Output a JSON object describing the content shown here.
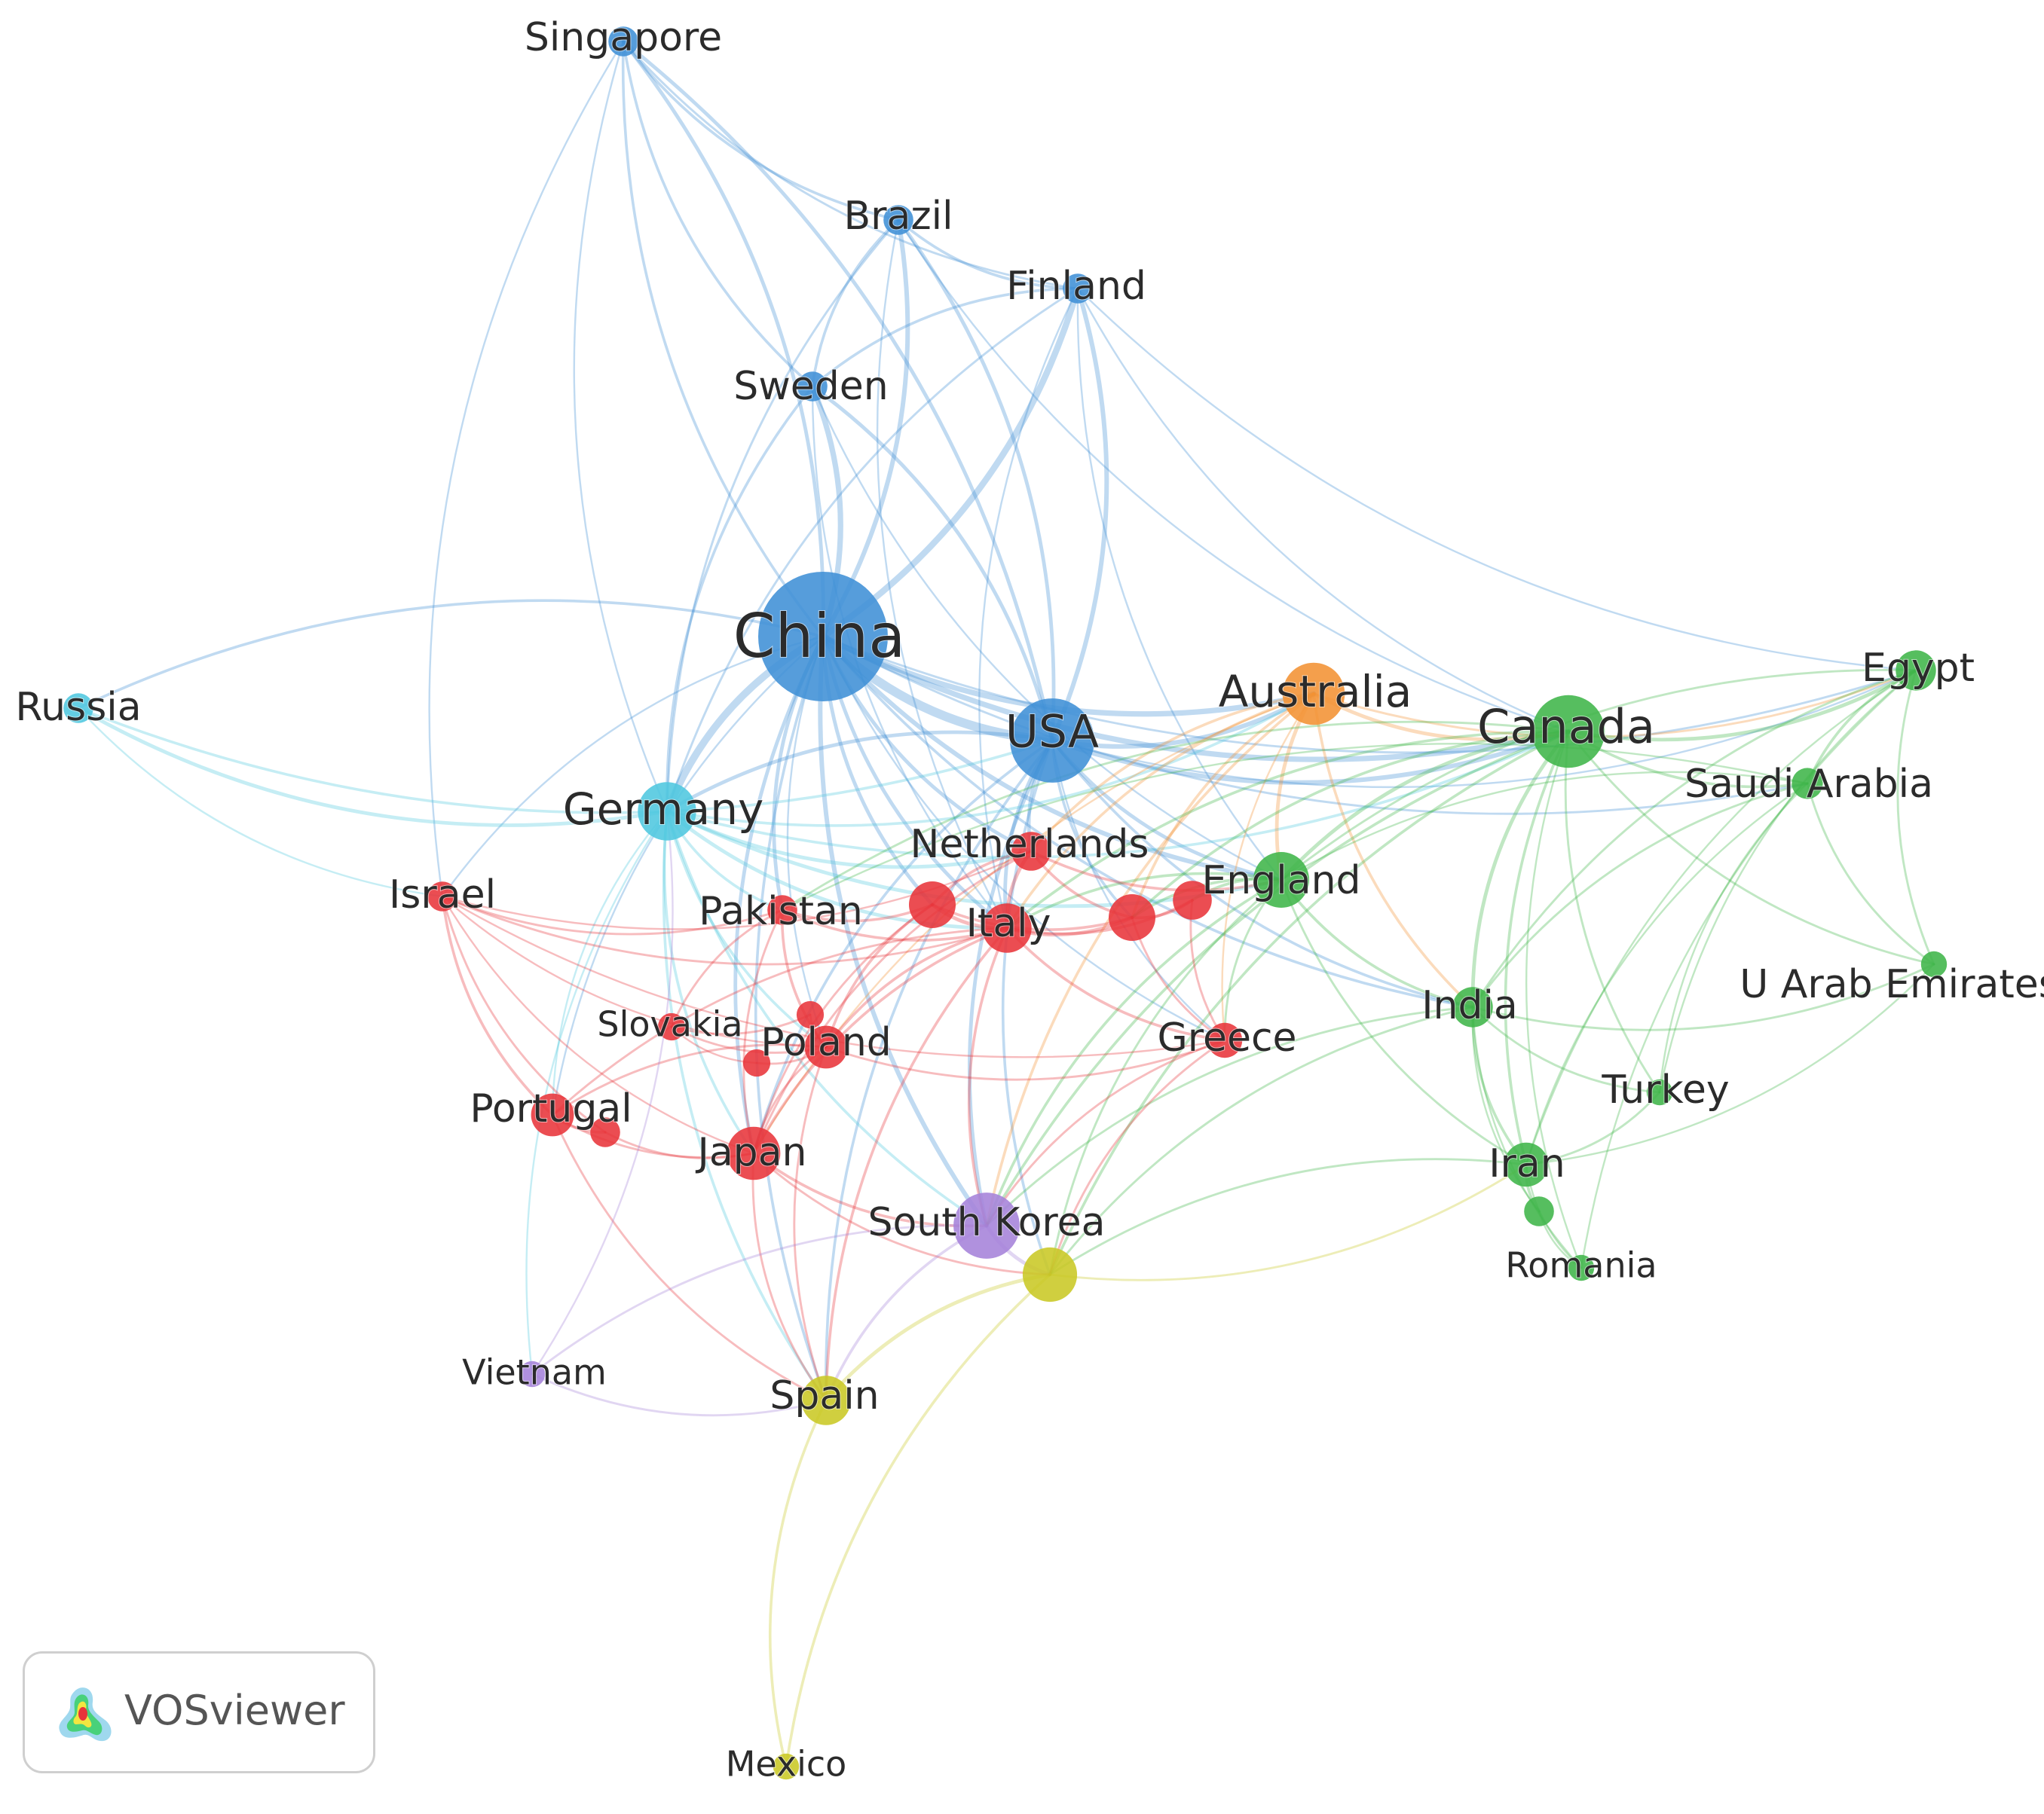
{
  "app": {
    "name": "VOSviewer",
    "logo_icon": "vosviewer-density-icon"
  },
  "network": {
    "clusters": {
      "red": "#e8343a",
      "green": "#3fb549",
      "blue": "#3f8fd6",
      "yellow": "#c9c824",
      "purple": "#a582d9",
      "cyan": "#4ec7df",
      "orange": "#f29233"
    },
    "nodes": [
      {
        "id": "china",
        "label": "China",
        "cluster": "blue",
        "weight": 10
      },
      {
        "id": "usa",
        "label": "USA",
        "cluster": "blue",
        "weight": 6.5
      },
      {
        "id": "singapore",
        "label": "Singapore",
        "cluster": "blue",
        "weight": 2.3
      },
      {
        "id": "brazil",
        "label": "Brazil",
        "cluster": "blue",
        "weight": 2.3
      },
      {
        "id": "finland",
        "label": "Finland",
        "cluster": "blue",
        "weight": 2.3
      },
      {
        "id": "sweden",
        "label": "Sweden",
        "cluster": "blue",
        "weight": 2.3
      },
      {
        "id": "russia",
        "label": "Russia",
        "cluster": "cyan",
        "weight": 2.3
      },
      {
        "id": "germany",
        "label": "Germany",
        "cluster": "cyan",
        "weight": 4.5
      },
      {
        "id": "australia",
        "label": "Australia",
        "cluster": "orange",
        "weight": 4.8
      },
      {
        "id": "canada",
        "label": "Canada",
        "cluster": "green",
        "weight": 5.6
      },
      {
        "id": "egypt",
        "label": "Egypt",
        "cluster": "green",
        "weight": 3.1
      },
      {
        "id": "saudi",
        "label": "Saudi Arabia",
        "cluster": "green",
        "weight": 2.4
      },
      {
        "id": "england",
        "label": "England",
        "cluster": "green",
        "weight": 4.3
      },
      {
        "id": "uae",
        "label": "U Arab Emirates",
        "cluster": "green",
        "weight": 2.0
      },
      {
        "id": "india",
        "label": "India",
        "cluster": "green",
        "weight": 3.1
      },
      {
        "id": "turkey",
        "label": "Turkey",
        "cluster": "green",
        "weight": 2.0
      },
      {
        "id": "iran",
        "label": "Iran",
        "cluster": "green",
        "weight": 3.4
      },
      {
        "id": "iran2",
        "label": "",
        "cluster": "green",
        "weight": 2.3
      },
      {
        "id": "romania",
        "label": "Romania",
        "cluster": "green",
        "weight": 2.0
      },
      {
        "id": "netherlands",
        "label": "Netherlands",
        "cluster": "red",
        "weight": 3.0
      },
      {
        "id": "israel",
        "label": "Israel",
        "cluster": "red",
        "weight": 2.3
      },
      {
        "id": "pakistan",
        "label": "Pakistan",
        "cluster": "red",
        "weight": 2.3
      },
      {
        "id": "red1",
        "label": "",
        "cluster": "red",
        "weight": 3.6
      },
      {
        "id": "italy",
        "label": "Italy",
        "cluster": "red",
        "weight": 3.8
      },
      {
        "id": "red2",
        "label": "",
        "cluster": "red",
        "weight": 3.6
      },
      {
        "id": "red3",
        "label": "",
        "cluster": "red",
        "weight": 3.0
      },
      {
        "id": "slovakia",
        "label": "Slovakia",
        "cluster": "red",
        "weight": 2.1
      },
      {
        "id": "red4",
        "label": "",
        "cluster": "red",
        "weight": 2.1
      },
      {
        "id": "poland",
        "label": "Poland",
        "cluster": "red",
        "weight": 3.3
      },
      {
        "id": "red5",
        "label": "",
        "cluster": "red",
        "weight": 2.1
      },
      {
        "id": "greece",
        "label": "Greece",
        "cluster": "red",
        "weight": 2.7
      },
      {
        "id": "portugal",
        "label": "Portugal",
        "cluster": "red",
        "weight": 3.3
      },
      {
        "id": "red6",
        "label": "",
        "cluster": "red",
        "weight": 2.3
      },
      {
        "id": "japan",
        "label": "Japan",
        "cluster": "red",
        "weight": 4.1
      },
      {
        "id": "southkorea",
        "label": "South Korea",
        "cluster": "purple",
        "weight": 5.1
      },
      {
        "id": "vietnam",
        "label": "Vietnam",
        "cluster": "purple",
        "weight": 2.0
      },
      {
        "id": "yellow1",
        "label": "",
        "cluster": "yellow",
        "weight": 4.2
      },
      {
        "id": "spain",
        "label": "Spain",
        "cluster": "yellow",
        "weight": 3.8
      },
      {
        "id": "mexico",
        "label": "Mexico",
        "cluster": "yellow",
        "weight": 2.0
      }
    ],
    "links": [
      [
        "china",
        "usa",
        5
      ],
      [
        "china",
        "germany",
        4
      ],
      [
        "china",
        "sweden",
        3
      ],
      [
        "china",
        "finland",
        3.5
      ],
      [
        "china",
        "brazil",
        2.5
      ],
      [
        "china",
        "singapore",
        2
      ],
      [
        "china",
        "australia",
        3
      ],
      [
        "china",
        "canada",
        3
      ],
      [
        "china",
        "england",
        2.5
      ],
      [
        "china",
        "italy",
        2
      ],
      [
        "china",
        "netherlands",
        2
      ],
      [
        "china",
        "japan",
        2
      ],
      [
        "china",
        "southkorea",
        2.5
      ],
      [
        "china",
        "pakistan",
        2
      ],
      [
        "china",
        "red1",
        2
      ],
      [
        "china",
        "russia",
        1.5
      ],
      [
        "china",
        "spain",
        1.5
      ],
      [
        "china",
        "india",
        1.5
      ],
      [
        "china",
        "egypt",
        1.2
      ],
      [
        "china",
        "saudi",
        1.2
      ],
      [
        "china",
        "greece",
        1
      ],
      [
        "china",
        "poland",
        1
      ],
      [
        "china",
        "israel",
        1
      ],
      [
        "china",
        "portugal",
        1
      ],
      [
        "usa",
        "singapore",
        2
      ],
      [
        "usa",
        "brazil",
        2
      ],
      [
        "usa",
        "finland",
        2.5
      ],
      [
        "usa",
        "sweden",
        2
      ],
      [
        "usa",
        "canada",
        2.5
      ],
      [
        "usa",
        "australia",
        2.5
      ],
      [
        "usa",
        "england",
        2
      ],
      [
        "usa",
        "germany",
        2
      ],
      [
        "usa",
        "italy",
        2
      ],
      [
        "usa",
        "netherlands",
        2
      ],
      [
        "usa",
        "southkorea",
        2
      ],
      [
        "usa",
        "japan",
        1.5
      ],
      [
        "usa",
        "spain",
        1.5
      ],
      [
        "usa",
        "india",
        1.5
      ],
      [
        "usa",
        "egypt",
        1
      ],
      [
        "usa",
        "greece",
        1
      ],
      [
        "usa",
        "red2",
        1.5
      ],
      [
        "usa",
        "yellow1",
        1.5
      ],
      [
        "singapore",
        "brazil",
        1.5
      ],
      [
        "singapore",
        "sweden",
        1.5
      ],
      [
        "singapore",
        "finland",
        1.2
      ],
      [
        "singapore",
        "china",
        1.5
      ],
      [
        "singapore",
        "israel",
        1
      ],
      [
        "singapore",
        "germany",
        1
      ],
      [
        "brazil",
        "finland",
        1.5
      ],
      [
        "brazil",
        "sweden",
        1.5
      ],
      [
        "brazil",
        "germany",
        1.2
      ],
      [
        "brazil",
        "italy",
        1
      ],
      [
        "brazil",
        "canada",
        1
      ],
      [
        "finland",
        "sweden",
        1.5
      ],
      [
        "finland",
        "egypt",
        1
      ],
      [
        "finland",
        "england",
        1
      ],
      [
        "finland",
        "germany",
        1.2
      ],
      [
        "finland",
        "italy",
        1
      ],
      [
        "finland",
        "canada",
        1
      ],
      [
        "sweden",
        "germany",
        1.5
      ],
      [
        "sweden",
        "italy",
        1
      ],
      [
        "sweden",
        "england",
        1
      ],
      [
        "russia",
        "germany",
        2
      ],
      [
        "russia",
        "usa",
        1.5
      ],
      [
        "russia",
        "israel",
        1
      ],
      [
        "germany",
        "italy",
        2
      ],
      [
        "germany",
        "netherlands",
        2
      ],
      [
        "germany",
        "england",
        2
      ],
      [
        "germany",
        "japan",
        1.5
      ],
      [
        "germany",
        "poland",
        1.5
      ],
      [
        "germany",
        "portugal",
        1
      ],
      [
        "germany",
        "southkorea",
        1.5
      ],
      [
        "germany",
        "spain",
        1.5
      ],
      [
        "germany",
        "canada",
        1.5
      ],
      [
        "germany",
        "australia",
        1.5
      ],
      [
        "germany",
        "pakistan",
        1.5
      ],
      [
        "germany",
        "vietnam",
        1
      ],
      [
        "australia",
        "canada",
        2
      ],
      [
        "australia",
        "england",
        2
      ],
      [
        "australia",
        "italy",
        1.5
      ],
      [
        "australia",
        "netherlands",
        1.5
      ],
      [
        "australia",
        "red2",
        1.5
      ],
      [
        "australia",
        "india",
        1.5
      ],
      [
        "australia",
        "egypt",
        1.2
      ],
      [
        "australia",
        "southkorea",
        1.5
      ],
      [
        "australia",
        "japan",
        1
      ],
      [
        "australia",
        "greece",
        1
      ],
      [
        "canada",
        "egypt",
        2
      ],
      [
        "canada",
        "saudi",
        1.5
      ],
      [
        "canada",
        "england",
        2
      ],
      [
        "canada",
        "india",
        2
      ],
      [
        "canada",
        "iran",
        1.5
      ],
      [
        "canada",
        "turkey",
        1.2
      ],
      [
        "canada",
        "uae",
        1.2
      ],
      [
        "canada",
        "italy",
        1.5
      ],
      [
        "canada",
        "red2",
        1.5
      ],
      [
        "canada",
        "southkorea",
        1.5
      ],
      [
        "canada",
        "yellow1",
        1.5
      ],
      [
        "canada",
        "romania",
        1
      ],
      [
        "canada",
        "pakistan",
        1.2
      ],
      [
        "egypt",
        "saudi",
        1.5
      ],
      [
        "egypt",
        "uae",
        1.2
      ],
      [
        "egypt",
        "india",
        1.2
      ],
      [
        "egypt",
        "iran",
        1
      ],
      [
        "egypt",
        "england",
        1.2
      ],
      [
        "egypt",
        "turkey",
        1
      ],
      [
        "egypt",
        "romania",
        1
      ],
      [
        "saudi",
        "uae",
        1.2
      ],
      [
        "saudi",
        "india",
        1.2
      ],
      [
        "saudi",
        "iran",
        1
      ],
      [
        "saudi",
        "england",
        1
      ],
      [
        "saudi",
        "turkey",
        1
      ],
      [
        "saudi",
        "pakistan",
        1
      ],
      [
        "england",
        "india",
        1.5
      ],
      [
        "england",
        "italy",
        1.5
      ],
      [
        "england",
        "red2",
        1.5
      ],
      [
        "england",
        "red3",
        1.5
      ],
      [
        "england",
        "greece",
        1.2
      ],
      [
        "england",
        "iran",
        1.2
      ],
      [
        "england",
        "southkorea",
        1.5
      ],
      [
        "england",
        "yellow1",
        1.2
      ],
      [
        "india",
        "iran",
        1.5
      ],
      [
        "india",
        "turkey",
        1.2
      ],
      [
        "india",
        "uae",
        1.2
      ],
      [
        "india",
        "southkorea",
        1.2
      ],
      [
        "india",
        "yellow1",
        1.2
      ],
      [
        "india",
        "iran2",
        1
      ],
      [
        "india",
        "romania",
        1
      ],
      [
        "iran",
        "iran2",
        1.5
      ],
      [
        "iran",
        "turkey",
        1.2
      ],
      [
        "iran",
        "romania",
        1
      ],
      [
        "iran",
        "yellow1",
        1.2
      ],
      [
        "iran2",
        "romania",
        1
      ],
      [
        "iran",
        "uae",
        1
      ],
      [
        "netherlands",
        "italy",
        2
      ],
      [
        "netherlands",
        "red1",
        1.5
      ],
      [
        "netherlands",
        "red2",
        1.5
      ],
      [
        "netherlands",
        "england",
        1.5
      ],
      [
        "netherlands",
        "japan",
        1.2
      ],
      [
        "israel",
        "portugal",
        1.5
      ],
      [
        "israel",
        "red6",
        1.2
      ],
      [
        "israel",
        "italy",
        1.2
      ],
      [
        "israel",
        "pakistan",
        1.2
      ],
      [
        "israel",
        "poland",
        1
      ],
      [
        "israel",
        "japan",
        1
      ],
      [
        "israel",
        "greece",
        1
      ],
      [
        "israel",
        "netherlands",
        1
      ],
      [
        "pakistan",
        "red1",
        1.5
      ],
      [
        "pakistan",
        "italy",
        1.5
      ],
      [
        "pakistan",
        "poland",
        1.5
      ],
      [
        "pakistan",
        "slovakia",
        1.2
      ],
      [
        "pakistan",
        "japan",
        1.2
      ],
      [
        "red1",
        "italy",
        2
      ],
      [
        "red1",
        "red2",
        1.5
      ],
      [
        "red1",
        "poland",
        1.5
      ],
      [
        "red1",
        "japan",
        1.2
      ],
      [
        "italy",
        "red2",
        2
      ],
      [
        "italy",
        "red3",
        1.5
      ],
      [
        "italy",
        "poland",
        1.5
      ],
      [
        "italy",
        "greece",
        1.5
      ],
      [
        "italy",
        "japan",
        1.5
      ],
      [
        "italy",
        "portugal",
        1.2
      ],
      [
        "italy",
        "spain",
        1.5
      ],
      [
        "italy",
        "southkorea",
        1.5
      ],
      [
        "red2",
        "red3",
        1.5
      ],
      [
        "red2",
        "greece",
        1.2
      ],
      [
        "red3",
        "greece",
        1.2
      ],
      [
        "slovakia",
        "red4",
        1.2
      ],
      [
        "slovakia",
        "poland",
        1.2
      ],
      [
        "slovakia",
        "red5",
        1
      ],
      [
        "red4",
        "poland",
        1.2
      ],
      [
        "red5",
        "poland",
        1.2
      ],
      [
        "poland",
        "portugal",
        1.2
      ],
      [
        "poland",
        "japan",
        1.2
      ],
      [
        "poland",
        "greece",
        1.2
      ],
      [
        "poland",
        "spain",
        1.2
      ],
      [
        "portugal",
        "red6",
        1.5
      ],
      [
        "portugal",
        "japan",
        1.2
      ],
      [
        "portugal",
        "spain",
        1.2
      ],
      [
        "red6",
        "japan",
        1.2
      ],
      [
        "japan",
        "southkorea",
        1.5
      ],
      [
        "japan",
        "spain",
        1.2
      ],
      [
        "japan",
        "yellow1",
        1.2
      ],
      [
        "greece",
        "yellow1",
        1.2
      ],
      [
        "greece",
        "southkorea",
        1.2
      ],
      [
        "southkorea",
        "yellow1",
        2
      ],
      [
        "southkorea",
        "spain",
        1.5
      ],
      [
        "southkorea",
        "vietnam",
        1.2
      ],
      [
        "vietnam",
        "spain",
        1.2
      ],
      [
        "vietnam",
        "germany",
        1
      ],
      [
        "yellow1",
        "spain",
        2
      ],
      [
        "yellow1",
        "mexico",
        1.5
      ],
      [
        "spain",
        "mexico",
        1.5
      ],
      [
        "yellow1",
        "iran",
        1.2
      ]
    ]
  }
}
